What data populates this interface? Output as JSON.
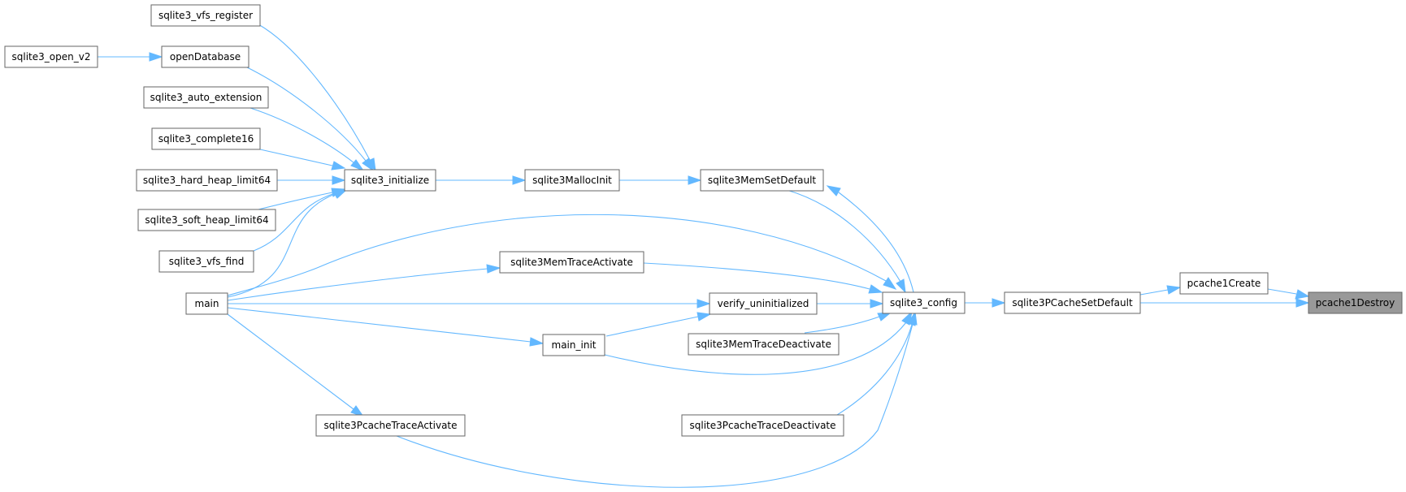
{
  "colors": {
    "edge": "#63b8ff",
    "node_border": "#666666",
    "node_fill": "#ffffff",
    "highlight_fill": "#999999"
  },
  "nodes": {
    "pcache1Destroy": "pcache1Destroy",
    "pcache1Create": "pcache1Create",
    "sqlite3PCacheSetDefault": "sqlite3PCacheSetDefault",
    "sqlite3_config": "sqlite3_config",
    "sqlite3MemSetDefault": "sqlite3MemSetDefault",
    "sqlite3MallocInit": "sqlite3MallocInit",
    "sqlite3_initialize": "sqlite3_initialize",
    "sqlite3_vfs_register": "sqlite3_vfs_register",
    "openDatabase": "openDatabase",
    "sqlite3_open_v2": "sqlite3_open_v2",
    "sqlite3_auto_extension": "sqlite3_auto_extension",
    "sqlite3_complete16": "sqlite3_complete16",
    "sqlite3_hard_heap_limit64": "sqlite3_hard_heap_limit64",
    "sqlite3_soft_heap_limit64": "sqlite3_soft_heap_limit64",
    "sqlite3_vfs_find": "sqlite3_vfs_find",
    "main": "main",
    "sqlite3MemTraceActivate": "sqlite3MemTraceActivate",
    "verify_uninitialized": "verify_uninitialized",
    "main_init": "main_init",
    "sqlite3MemTraceDeactivate": "sqlite3MemTraceDeactivate",
    "sqlite3PcacheTraceActivate": "sqlite3PcacheTraceActivate",
    "sqlite3PcacheTraceDeactivate": "sqlite3PcacheTraceDeactivate"
  },
  "edges": [
    {
      "from": "pcache1Create",
      "to": "pcache1Destroy"
    },
    {
      "from": "sqlite3PCacheSetDefault",
      "to": "pcache1Destroy"
    },
    {
      "from": "sqlite3PCacheSetDefault",
      "to": "pcache1Create"
    },
    {
      "from": "sqlite3_config",
      "to": "sqlite3PCacheSetDefault"
    },
    {
      "from": "sqlite3MemSetDefault",
      "to": "sqlite3_config"
    },
    {
      "from": "sqlite3_config",
      "to": "sqlite3MemSetDefault"
    },
    {
      "from": "sqlite3MallocInit",
      "to": "sqlite3MemSetDefault"
    },
    {
      "from": "sqlite3_initialize",
      "to": "sqlite3MallocInit"
    },
    {
      "from": "sqlite3_vfs_register",
      "to": "sqlite3_initialize"
    },
    {
      "from": "openDatabase",
      "to": "sqlite3_initialize"
    },
    {
      "from": "sqlite3_open_v2",
      "to": "openDatabase"
    },
    {
      "from": "sqlite3_auto_extension",
      "to": "sqlite3_initialize"
    },
    {
      "from": "sqlite3_complete16",
      "to": "sqlite3_initialize"
    },
    {
      "from": "sqlite3_hard_heap_limit64",
      "to": "sqlite3_initialize"
    },
    {
      "from": "sqlite3_soft_heap_limit64",
      "to": "sqlite3_initialize"
    },
    {
      "from": "sqlite3_vfs_find",
      "to": "sqlite3_initialize"
    },
    {
      "from": "main",
      "to": "sqlite3_initialize"
    },
    {
      "from": "main",
      "to": "sqlite3_config"
    },
    {
      "from": "main",
      "to": "sqlite3MemTraceActivate"
    },
    {
      "from": "main",
      "to": "verify_uninitialized"
    },
    {
      "from": "main",
      "to": "main_init"
    },
    {
      "from": "main",
      "to": "sqlite3PcacheTraceActivate"
    },
    {
      "from": "sqlite3MemTraceActivate",
      "to": "sqlite3_config"
    },
    {
      "from": "verify_uninitialized",
      "to": "sqlite3_config"
    },
    {
      "from": "main_init",
      "to": "verify_uninitialized"
    },
    {
      "from": "main_init",
      "to": "sqlite3_config"
    },
    {
      "from": "sqlite3MemTraceDeactivate",
      "to": "sqlite3_config"
    },
    {
      "from": "sqlite3PcacheTraceActivate",
      "to": "sqlite3_config"
    },
    {
      "from": "sqlite3PcacheTraceDeactivate",
      "to": "sqlite3_config"
    }
  ]
}
